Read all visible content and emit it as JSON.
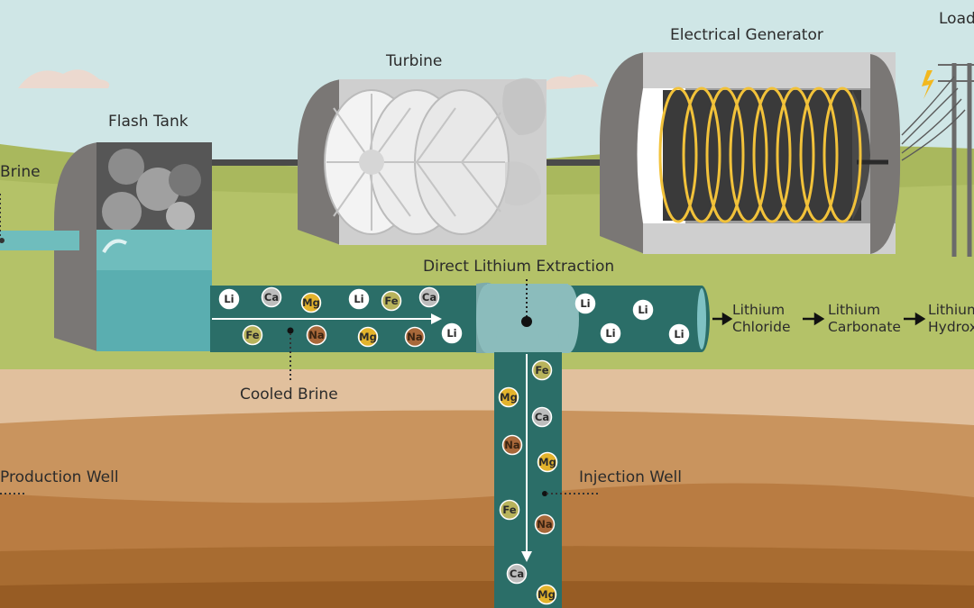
{
  "labels": {
    "brine": "Brine",
    "flash_tank": "Flash Tank",
    "turbine": "Turbine",
    "generator": "Electrical Generator",
    "load": "Load",
    "dle": "Direct Lithium Extraction",
    "cooled_brine": "Cooled Brine",
    "production_well": "Production Well",
    "injection_well": "Injection Well"
  },
  "products": [
    {
      "line1": "Lithium",
      "line2": "Chloride"
    },
    {
      "line1": "Lithium",
      "line2": "Carbonate"
    },
    {
      "line1": "Lithium",
      "line2": "Hydrox"
    }
  ],
  "ions": {
    "pipe_before": [
      "Li",
      "Ca",
      "Mg",
      "Li",
      "Fe",
      "Ca",
      "Fe",
      "Na",
      "Mg",
      "Na",
      "Li"
    ],
    "pipe_after": [
      "Li",
      "Li",
      "Li",
      "Li"
    ],
    "injection": [
      "Fe",
      "Mg",
      "Ca",
      "Na",
      "Mg",
      "Fe",
      "Na",
      "Ca",
      "Mg"
    ]
  },
  "ion_colors": {
    "Li": "#ffffff",
    "Ca": "#bdbdbd",
    "Mg": "#e3b32c",
    "Fe": "#b8b35c",
    "Na": "#a8683a"
  },
  "colors": {
    "sky": "#cfe6e6",
    "grass": "#a9b85d",
    "brine": "#2b6e68",
    "coil": "#f2c23a",
    "machine": "#7a7775"
  }
}
